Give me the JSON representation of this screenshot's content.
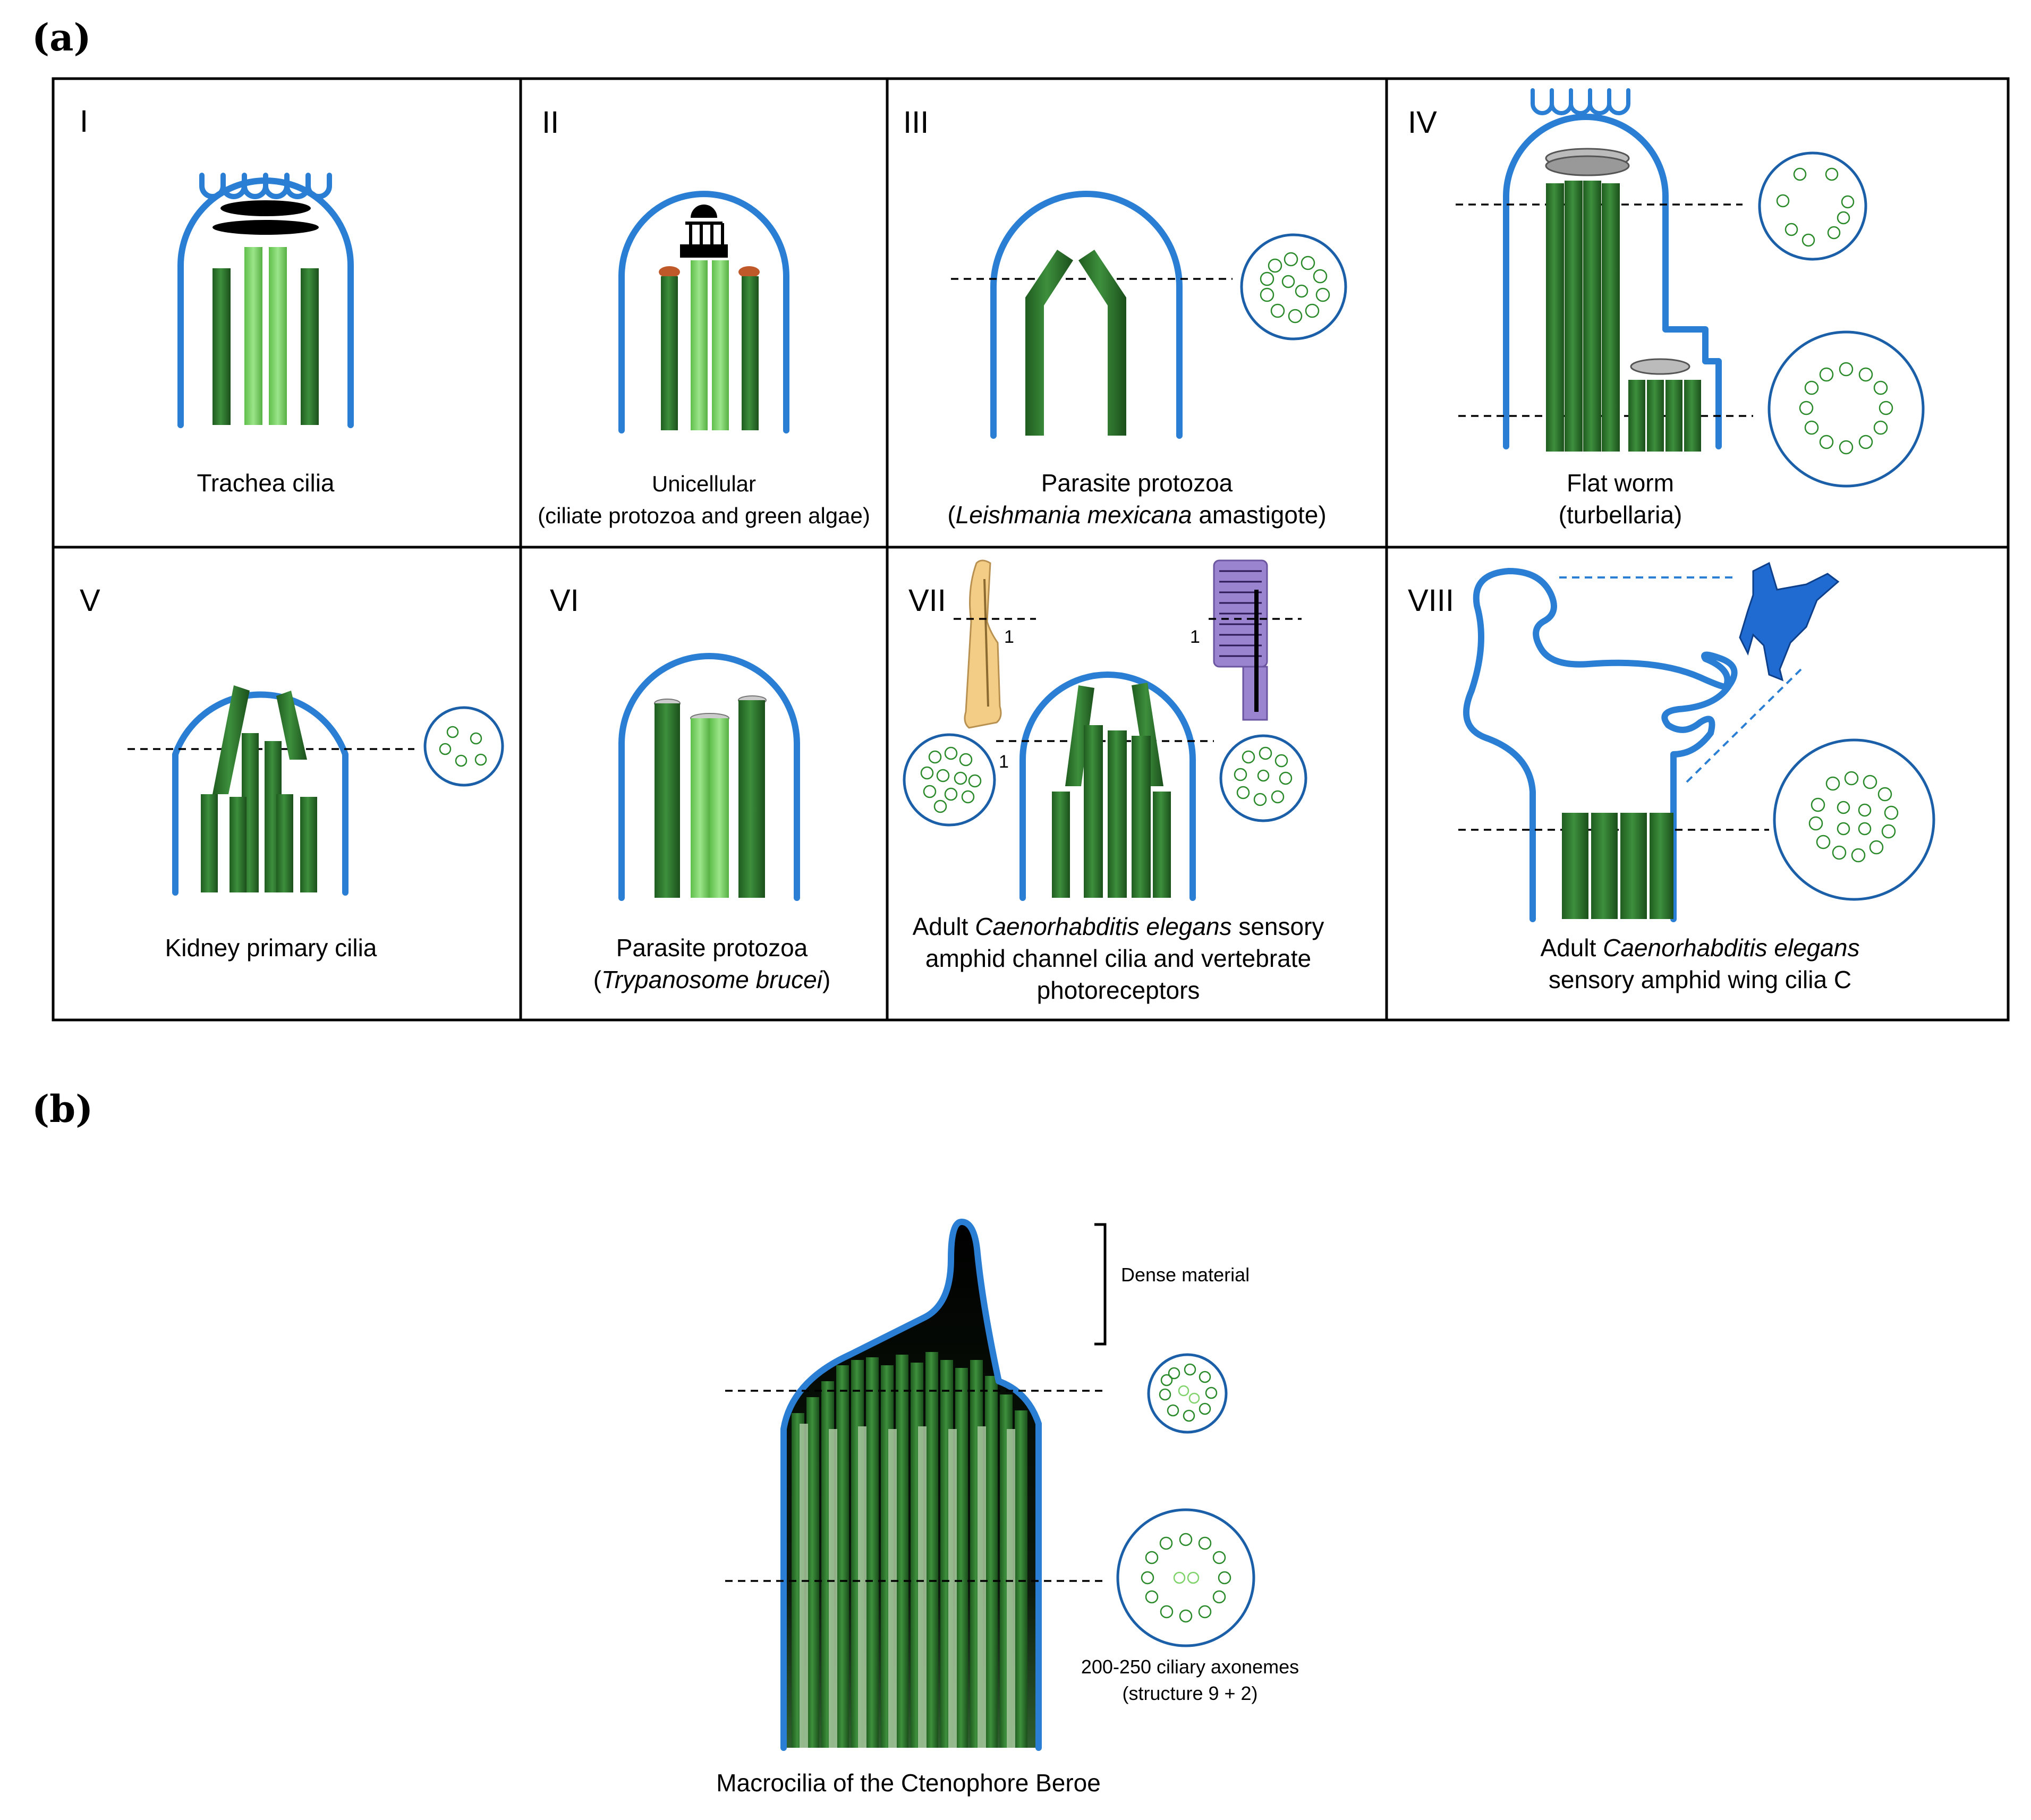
{
  "panel_a": {
    "tag": "(a)",
    "cells": [
      {
        "numeral": "I",
        "caption_lines": [
          "Trachea cilia"
        ]
      },
      {
        "numeral": "II",
        "caption_lines": [
          "Unicellular",
          "(ciliate protozoa and green algae)"
        ]
      },
      {
        "numeral": "III",
        "caption_line1": "Parasite protozoa",
        "caption_line2_open": "(",
        "caption_line2_italic": "Leishmania mexicana",
        "caption_line2_rest": " amastigote)"
      },
      {
        "numeral": "IV",
        "caption_lines": [
          "Flat worm",
          "(turbellaria)"
        ]
      },
      {
        "numeral": "V",
        "caption_lines": [
          "Kidney primary cilia"
        ]
      },
      {
        "numeral": "VI",
        "caption_line1": "Parasite protozoa",
        "caption_line2_open": "(",
        "caption_line2_italic": "Trypanosome brucei",
        "caption_line2_rest": ")"
      },
      {
        "numeral": "VII",
        "caption_line1_pre": "Adult ",
        "caption_line1_italic": "Caenorhabditis elegans",
        "caption_line1_post": " sensory",
        "caption_line2": "amphid channel cilia and vertebrate",
        "caption_line3": "photoreceptors",
        "marker": "1"
      },
      {
        "numeral": "VIII",
        "caption_line1_pre": "Adult ",
        "caption_line1_italic": "Caenorhabditis elegans",
        "caption_line2": "sensory amphid wing cilia C"
      }
    ]
  },
  "panel_b": {
    "tag": "(b)",
    "bracket_label": "Dense material",
    "axoneme_count": "200-250 ciliary axonemes",
    "axoneme_structure": "(structure 9 + 2)",
    "caption": "Macrocilia of the Ctenophore Beroe"
  },
  "colors": {
    "membrane": "#2a7fd4",
    "cilium_dark": "#2f7a2f",
    "cilium_light": "#7fd36a",
    "microtubule": "#2a8a2a"
  }
}
